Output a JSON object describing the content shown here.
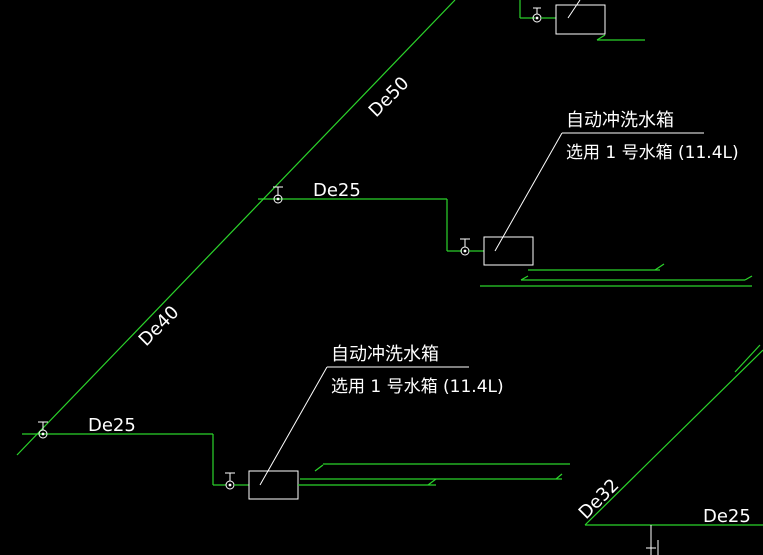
{
  "colors": {
    "background": "#000000",
    "pipe": "#2bd42b",
    "annotation": "#ffffff"
  },
  "pipe_labels": {
    "de50": "De50",
    "de40": "De40",
    "de32": "De32",
    "de25_top": "De25",
    "de25_left": "De25",
    "de25_right": "De25"
  },
  "notes": [
    {
      "title": "自动冲洗水箱",
      "spec": "选用 1 号水箱 (11.4L)"
    },
    {
      "title": "自动冲洗水箱",
      "spec": "选用 1 号水箱 (11.4L)"
    }
  ]
}
